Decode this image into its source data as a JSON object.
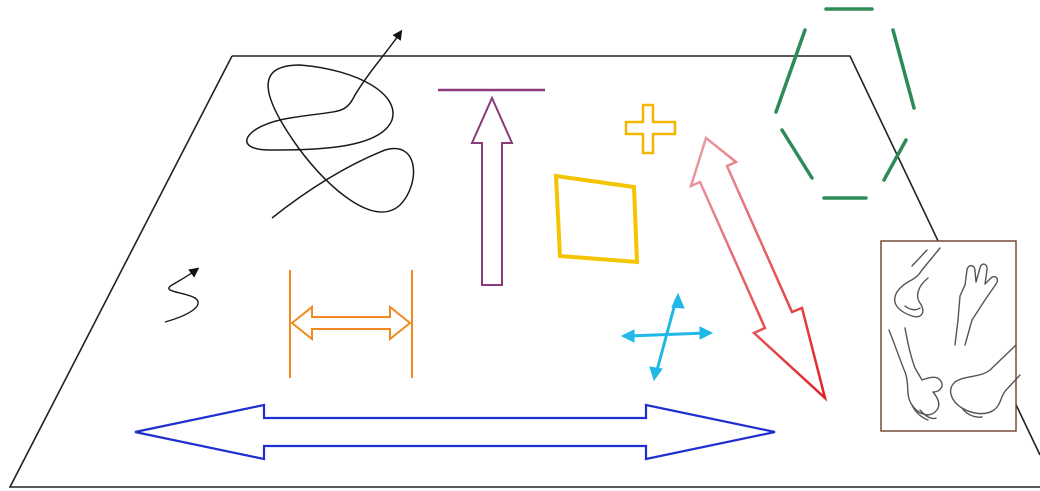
{
  "colors": {
    "background": "#ffffff",
    "plane": "#222222",
    "scribble": "#1a1a1a",
    "t_arrow": "#8b3a7a",
    "plus": "#f2b600",
    "rhombus": "#f5c400",
    "hexagon": "#2e8b57",
    "double_arrow_diagonal_tail": "#e8a0a8",
    "double_arrow_diagonal_head": "#e02020",
    "small_squiggle": "#1a1a1a",
    "orange_arrow": "#f08a20",
    "four_way_arrow": "#20b8e6",
    "blue_arrow": "#1e2fd0",
    "inset_frame": "#7a4a3a",
    "inset_sketch": "#555555"
  },
  "elements": [
    {
      "name": "ground-plane",
      "kind": "perspective trapezoid outline"
    },
    {
      "name": "looping-scribble-arrow",
      "kind": "freehand loop ending in arrowhead"
    },
    {
      "name": "small-squiggle-arrow",
      "kind": "s-curve ending in arrowhead"
    },
    {
      "name": "t-bar-up-arrow",
      "kind": "hollow up arrow under a bar"
    },
    {
      "name": "orange-bounded-double-arrow",
      "kind": "hollow left-right arrow between two bars"
    },
    {
      "name": "yellow-plus",
      "kind": "hollow plus sign"
    },
    {
      "name": "yellow-rhombus",
      "kind": "quadrilateral outline"
    },
    {
      "name": "cyan-four-way-arrow",
      "kind": "four-headed arrow"
    },
    {
      "name": "pink-red-diagonal-arrow",
      "kind": "hollow two-headed diagonal arrow, gradient"
    },
    {
      "name": "green-dashed-hexagon",
      "kind": "hexagon drawn with broken edges"
    },
    {
      "name": "blue-long-double-arrow",
      "kind": "hollow long left-right arrow"
    },
    {
      "name": "hands-feet-inset",
      "kind": "framed sketch of two feet and two hands"
    }
  ]
}
